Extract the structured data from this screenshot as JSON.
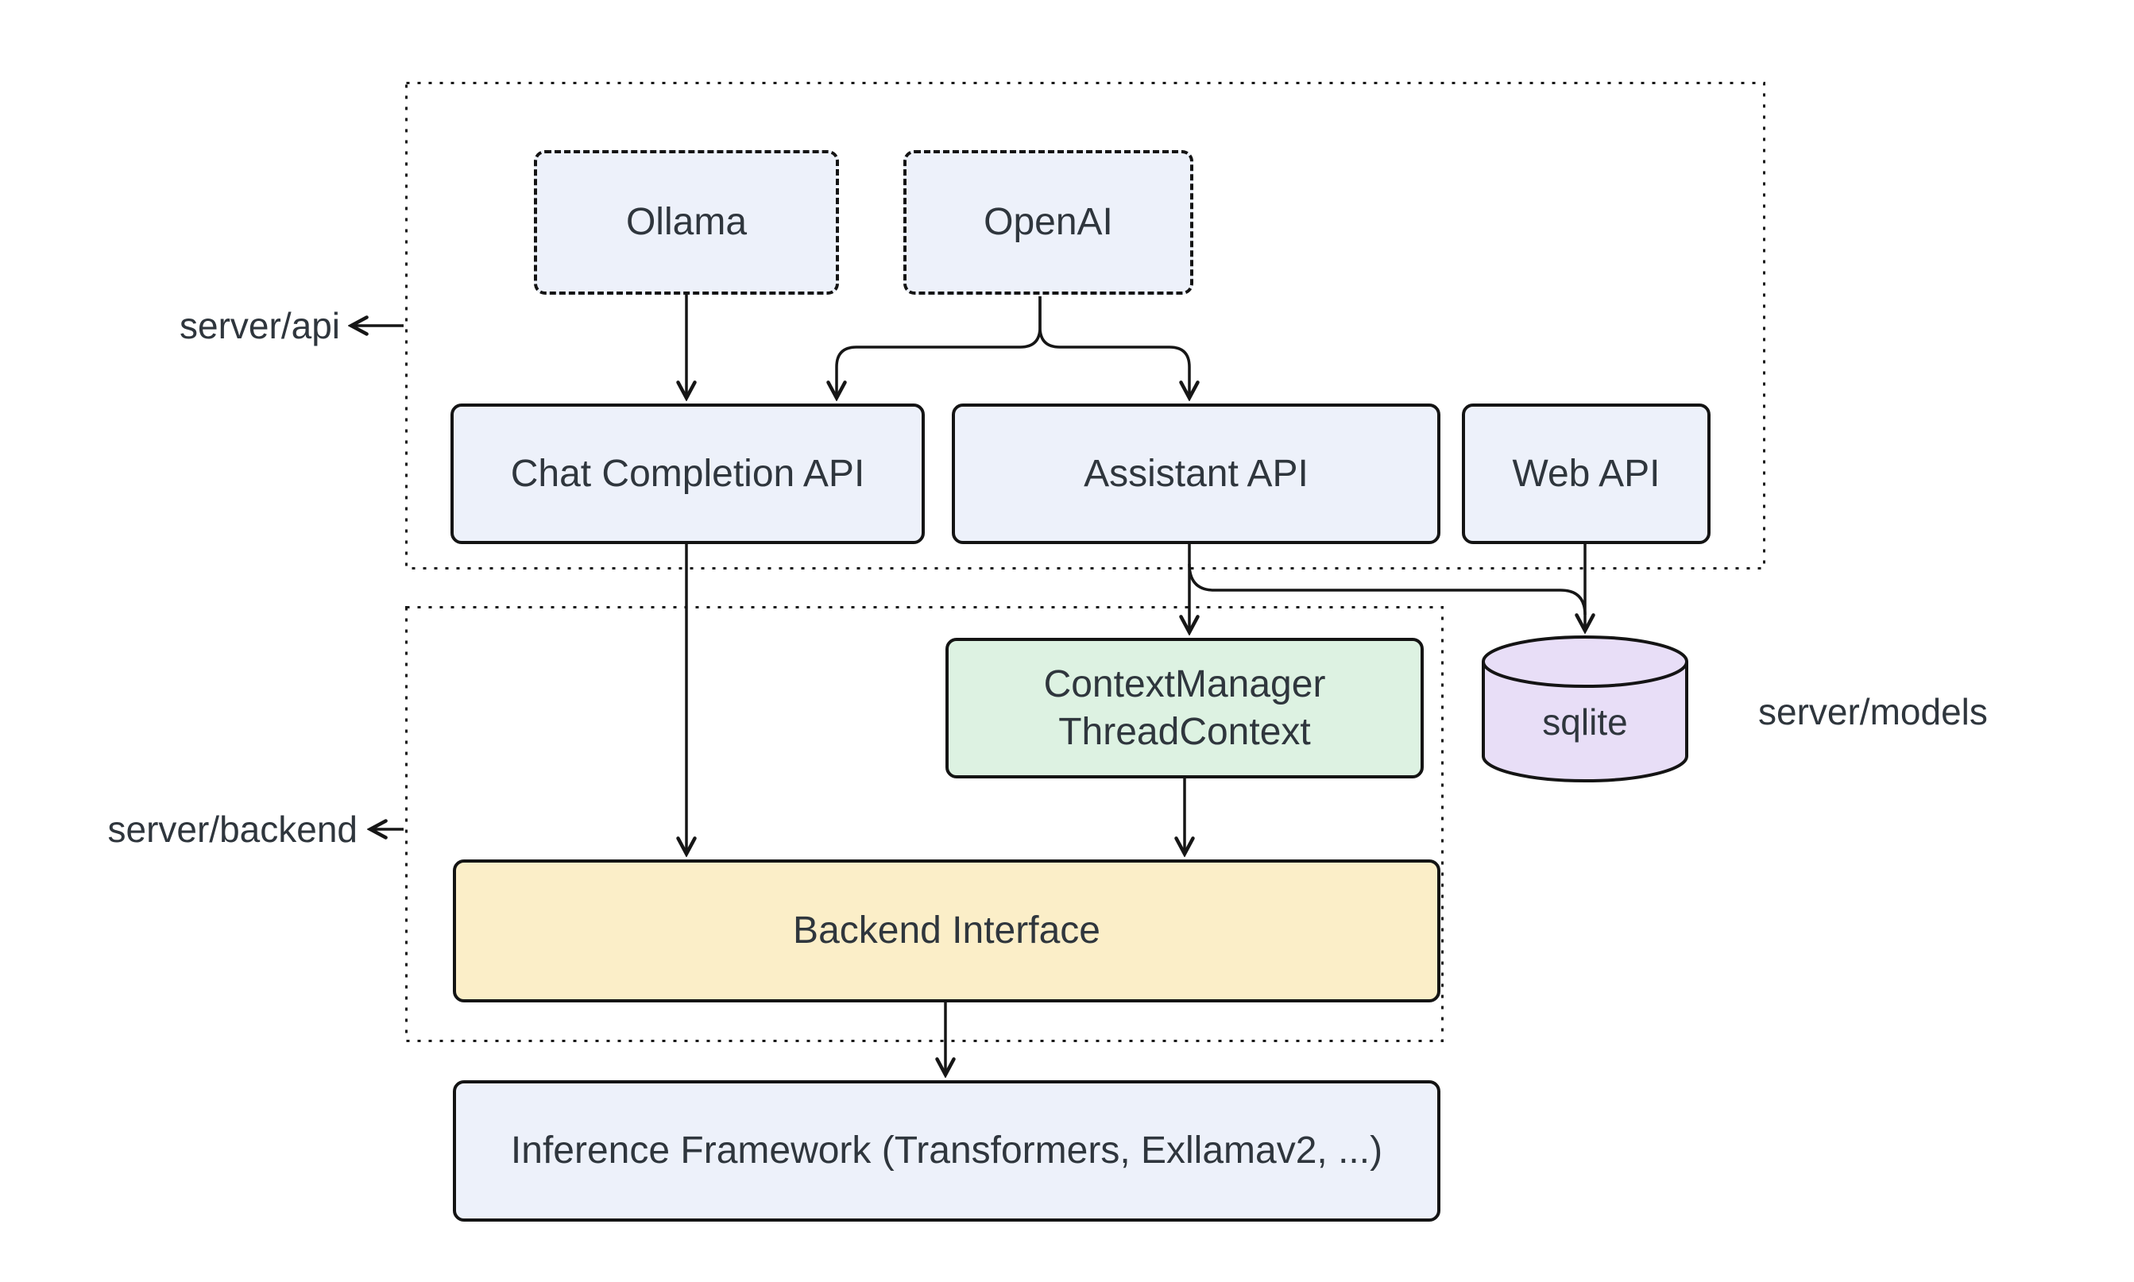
{
  "containers": {
    "api": {
      "label": "server/api"
    },
    "backend": {
      "label": "server/backend"
    },
    "models": {
      "label": "server/models"
    }
  },
  "nodes": {
    "ollama": {
      "label": "Ollama"
    },
    "openai": {
      "label": "OpenAI"
    },
    "chat_completion_api": {
      "label": "Chat Completion API"
    },
    "assistant_api": {
      "label": "Assistant API"
    },
    "web_api": {
      "label": "Web API"
    },
    "context_manager": {
      "line1": "ContextManager",
      "line2": "ThreadContext"
    },
    "sqlite": {
      "label": "sqlite"
    },
    "backend_interface": {
      "label": "Backend Interface"
    },
    "inference_framework": {
      "label": "Inference Framework (Transformers, Exllamav2, ...)"
    }
  },
  "edges": [
    {
      "from": "Ollama",
      "to": "Chat Completion API"
    },
    {
      "from": "OpenAI",
      "to": "Chat Completion API"
    },
    {
      "from": "OpenAI",
      "to": "Assistant API"
    },
    {
      "from": "Chat Completion API",
      "to": "Backend Interface"
    },
    {
      "from": "Assistant API",
      "to": "ContextManager ThreadContext"
    },
    {
      "from": "Assistant API",
      "to": "sqlite"
    },
    {
      "from": "Web API",
      "to": "sqlite"
    },
    {
      "from": "ContextManager ThreadContext",
      "to": "Backend Interface"
    },
    {
      "from": "Backend Interface",
      "to": "Inference Framework (Transformers, Exllamav2, ...)"
    }
  ],
  "colors": {
    "node_fill": "#EDF1FA",
    "context_fill": "#DDF2E2",
    "backend_fill": "#FBEEC8",
    "sqlite_fill": "#E8DEF7",
    "line": "#161616",
    "text": "#2F363D",
    "background": "#FFFFFF"
  }
}
